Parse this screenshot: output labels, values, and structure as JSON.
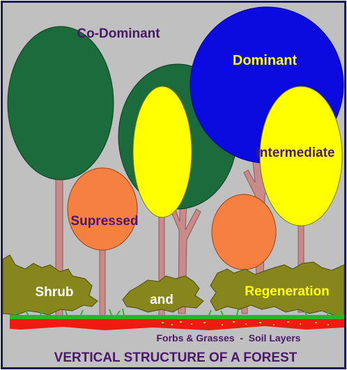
{
  "labels": {
    "co_dominant": "Co-Dominant",
    "dominant": "Dominant",
    "intermediate": "Intermediate",
    "supressed": "Supressed",
    "shrub": "Shrub",
    "and": "and",
    "regeneration": "Regeneration",
    "ground_layers": "Forbs & Grasses  -  Soil Layers",
    "title": "VERTICAL STRUCTURE OF A FOREST"
  },
  "colors": {
    "background": "#c0c0c0",
    "border": "#1a1a5a",
    "canopy_green": "#1b6b3c",
    "canopy_blue": "#0b0be0",
    "canopy_yellow": "#ffff00",
    "canopy_orange": "#f58042",
    "trunk": "#c98a8a",
    "shrub_olive": "#87861d",
    "soil_red": "#ee1c10",
    "grass_green": "#22bb22",
    "label_purple": "#4a1868",
    "label_white": "#ffffff",
    "label_yellow": "#ffff00"
  }
}
